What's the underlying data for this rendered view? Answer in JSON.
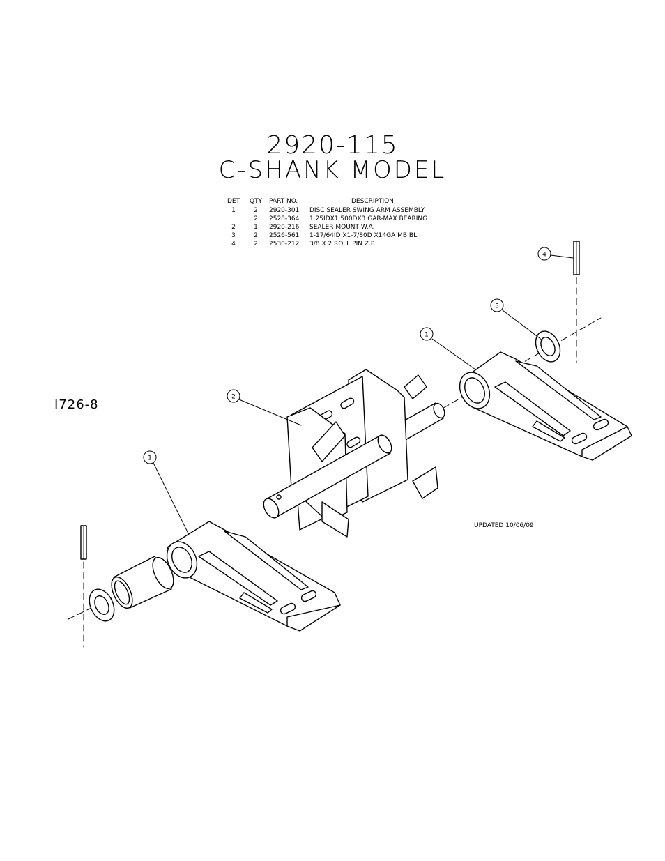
{
  "title": {
    "number": "2920-115",
    "model": "C-SHANK MODEL"
  },
  "parts_table": {
    "headers": [
      "DET",
      "QTY",
      "PART NO.",
      "DESCRIPTION"
    ],
    "rows": [
      {
        "det": "1",
        "qty": "2",
        "part": "2920-301",
        "desc": "DISC SEALER SWING ARM ASSEMBLY"
      },
      {
        "det": "",
        "qty": "2",
        "part": "2528-364",
        "desc": "1.25IDX1.500DX3 GAR-MAX BEARING"
      },
      {
        "det": "2",
        "qty": "1",
        "part": "2920-216",
        "desc": "SEALER MOUNT W.A."
      },
      {
        "det": "3",
        "qty": "2",
        "part": "2526-561",
        "desc": "1-17/64ID X1-7/80D X14GA MB BL"
      },
      {
        "det": "4",
        "qty": "2",
        "part": "2530-212",
        "desc": "3/8 X 2 ROLL PIN Z.P."
      }
    ]
  },
  "drawing_id": "I726-8",
  "updated": "UPDATED 10/06/09",
  "callouts": {
    "c1_right": "1",
    "c3": "3",
    "c4": "4",
    "c2": "2",
    "c1_left": "1"
  }
}
